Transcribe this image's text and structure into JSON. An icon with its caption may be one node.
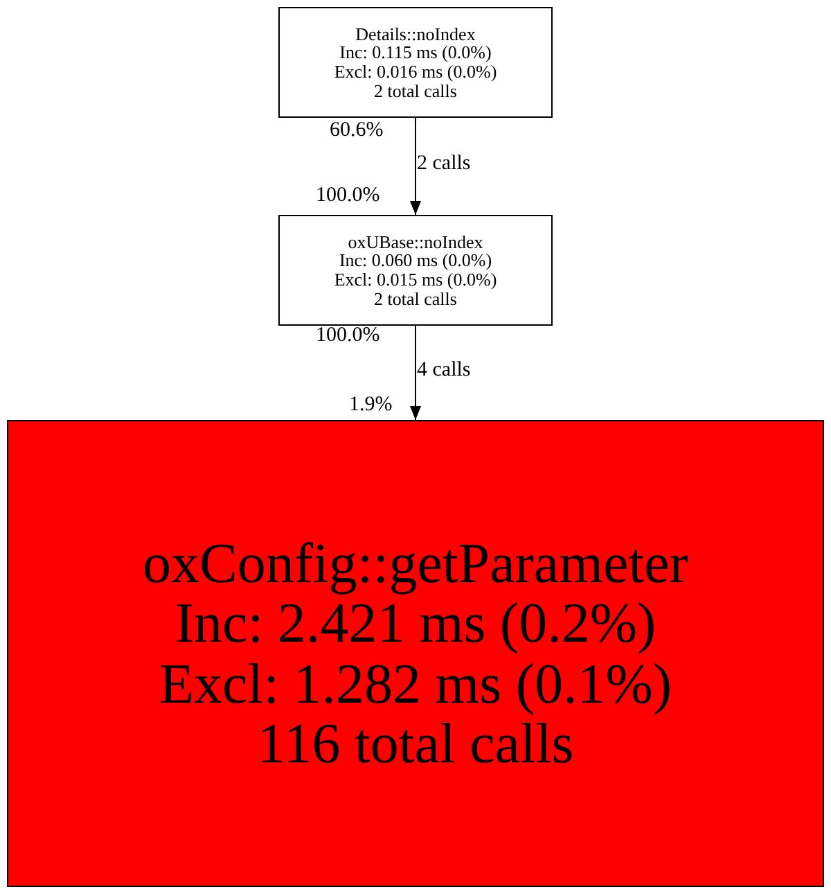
{
  "diagram": {
    "nodes": [
      {
        "text": [
          "Details::noIndex",
          "Inc: 0.115 ms (0.0%)",
          "Excl: 0.016 ms (0.0%)",
          "2 total calls"
        ]
      },
      {
        "text": [
          "oxUBase::noIndex",
          "Inc: 0.060 ms (0.0%)",
          "Excl: 0.015 ms (0.0%)",
          "2 total calls"
        ]
      },
      {
        "text": [
          "oxConfig::getParameter",
          "Inc: 2.421 ms (0.2%)",
          "Excl: 1.282 ms (0.1%)",
          "116 total calls"
        ]
      }
    ],
    "edges": [
      {
        "from": 0,
        "to": 1,
        "arrow": "to",
        "label": "2 calls"
      },
      {
        "from": 1,
        "to": 2,
        "arrow": "to",
        "label": "4 calls"
      }
    ],
    "labels": [
      "60.6%",
      "100.0%",
      "100.0%",
      "1.9%"
    ]
  }
}
